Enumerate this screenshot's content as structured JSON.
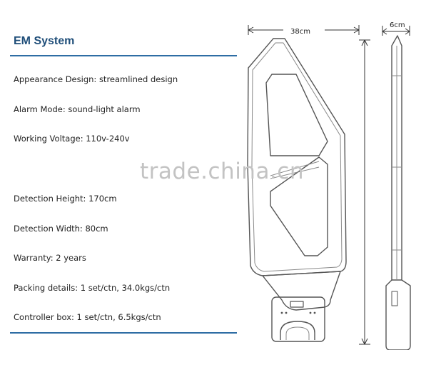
{
  "title": "EM System",
  "specs": [
    "Appearance Design: streamlined design",
    "Alarm Mode: sound-light alarm",
    "Working Voltage: 110v-240v",
    "Detection Height: 170cm",
    "Detection Width: 80cm",
    "Warranty: 2 years",
    "Packing details: 1 set/ctn, 34.0kgs/ctn",
    "Controller box: 1 set/ctn, 6.5kgs/ctn"
  ],
  "dimensions": {
    "width": "38cm",
    "depth": "6cm"
  },
  "watermark": "trade.china.cn",
  "colors": {
    "title": "#1f4e79",
    "rule": "#2e6da4",
    "text": "#222222"
  }
}
